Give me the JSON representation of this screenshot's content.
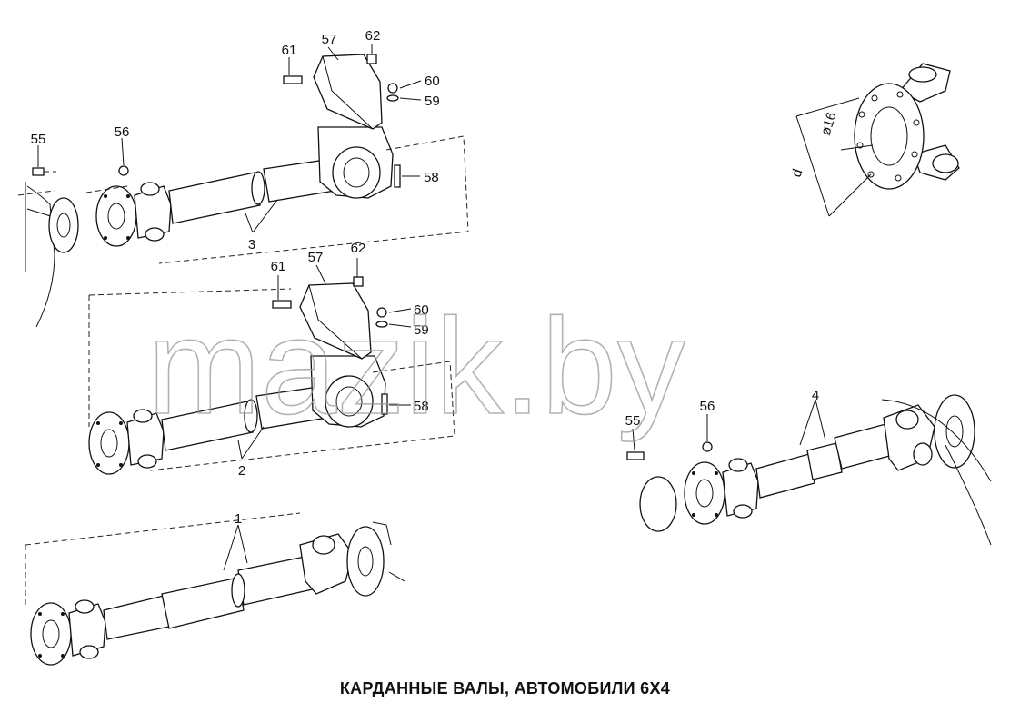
{
  "caption": "КАРДАННЫЕ ВАЛЫ, АВТОМОБИЛИ 6Х4",
  "watermark": "mazik.by",
  "callouts": {
    "upper_shaft": [
      "55",
      "56",
      "61",
      "57",
      "62",
      "60",
      "59",
      "58",
      "3"
    ],
    "middle_shaft": [
      "61",
      "57",
      "62",
      "60",
      "59",
      "58",
      "2"
    ],
    "lower_shaft": [
      "1"
    ],
    "right_shaft": [
      "55",
      "56",
      "4"
    ]
  },
  "flange_detail": {
    "dimension_d": "d",
    "dimension_hole": "ø16"
  },
  "colors": {
    "line": "#111111",
    "watermark": "#999999",
    "background": "#ffffff"
  }
}
